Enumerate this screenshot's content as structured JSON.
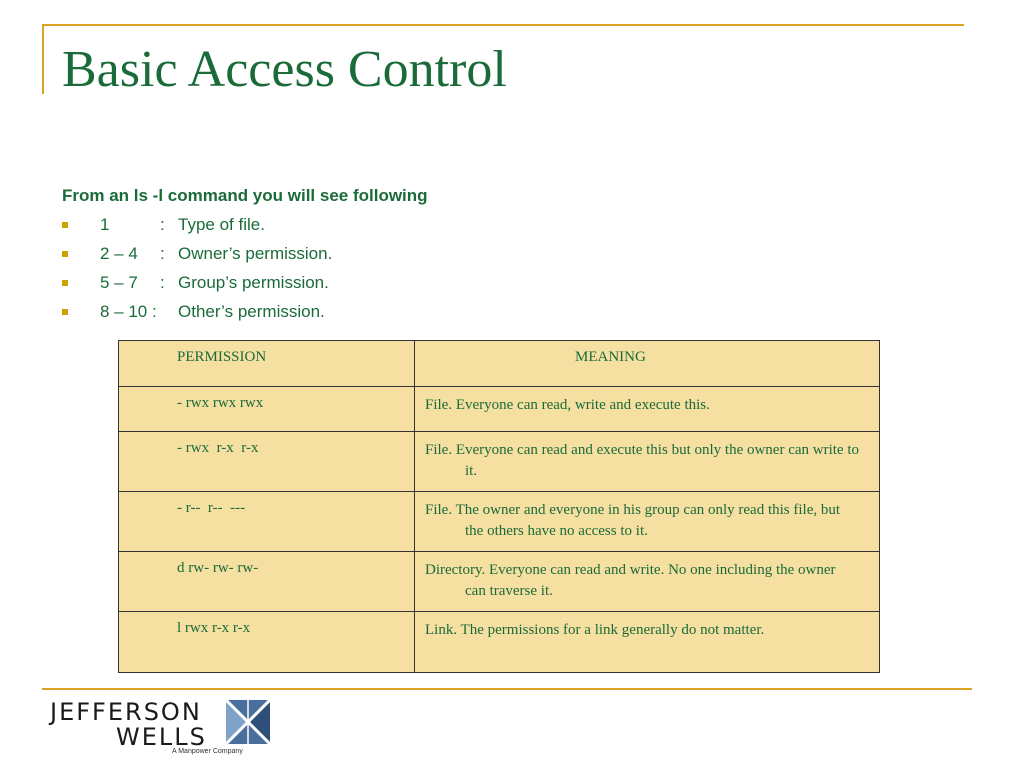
{
  "slide": {
    "title": "Basic Access Control",
    "intro": "From an ls -l command you will see following",
    "bullets": [
      {
        "range": "1",
        "sep": ":",
        "text": "Type of file."
      },
      {
        "range": "2 – 4",
        "sep": ":",
        "text": "Owner’s permission."
      },
      {
        "range": "5 – 7",
        "sep": ":",
        "text": "Group’s permission."
      },
      {
        "range": "8 – 10 :",
        "sep": "",
        "text": "Other’s permission."
      }
    ]
  },
  "table": {
    "headers": [
      "PERMISSION",
      "MEANING"
    ],
    "rows": [
      {
        "permission": "- rwx rwx rwx",
        "meaning": "File. Everyone can read, write and execute this."
      },
      {
        "permission": "- rwx  r-x  r-x",
        "meaning": "File.  Everyone can read and execute this but only the owner can write to it."
      },
      {
        "permission": "- r--  r--  ---",
        "meaning": "File.  The owner and everyone in his group can only read this file, but the others have no access to it."
      },
      {
        "permission": "d rw- rw- rw-",
        "meaning": "Directory.  Everyone can read and write. No one including the owner can traverse it."
      },
      {
        "permission": "l rwx r-x r-x",
        "meaning": "Link.  The permissions for a link generally do not matter."
      }
    ]
  },
  "logo": {
    "line1": "JEFFERSON",
    "line2": "WELLS",
    "tagline": "A Manpower Company",
    "mark_icon": "jefferson-wells-mark-icon"
  },
  "colors": {
    "accent_gold": "#d9a321",
    "text_green": "#1b6b3a",
    "table_fill": "#f5dfa1",
    "bullet": "#c9a300"
  }
}
